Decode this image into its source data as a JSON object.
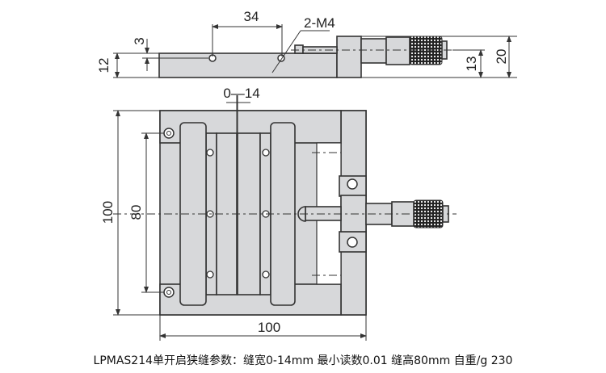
{
  "drawing": {
    "dimensions": {
      "slot_hole_spacing": "34",
      "thread_spec": "2-M4",
      "hole_offset": "3",
      "body_height": "12",
      "axis_height": "13",
      "total_height": "20",
      "slit_range": "0—14",
      "length": "100",
      "width": "100",
      "slit_height": "80"
    },
    "colors": {
      "body": "#d7d8da",
      "line": "#333333"
    }
  },
  "caption": "LPMAS214单开启狭缝参数：缝宽0-14mm  最小读数0.01 缝高80mm 自重/g 230"
}
